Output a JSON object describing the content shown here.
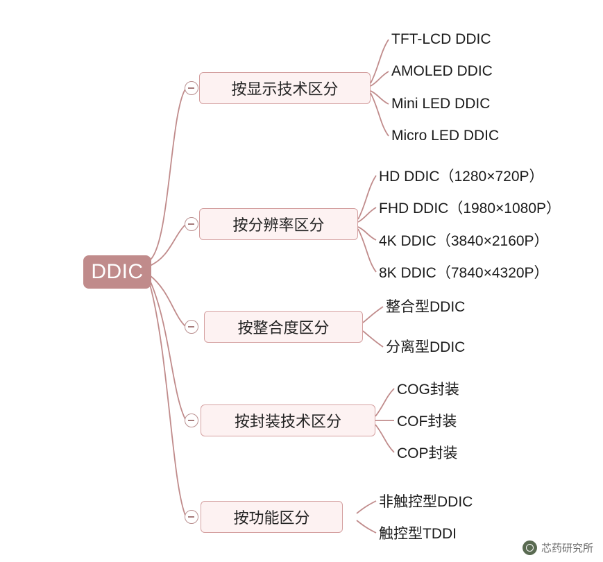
{
  "diagram": {
    "type": "mindmap",
    "root": {
      "label": "DDIC"
    },
    "branches": [
      {
        "label": "按显示技术区分",
        "collapse_icon": "minus-circle-icon",
        "leaves": [
          "TFT-LCD DDIC",
          "AMOLED DDIC",
          "Mini LED DDIC",
          "Micro LED DDIC"
        ]
      },
      {
        "label": "按分辨率区分",
        "collapse_icon": "minus-circle-icon",
        "leaves": [
          "HD DDIC（1280×720P）",
          "FHD DDIC（1980×1080P）",
          "4K DDIC（3840×2160P）",
          "8K DDIC（7840×4320P）"
        ]
      },
      {
        "label": "按整合度区分",
        "collapse_icon": "minus-circle-icon",
        "leaves": [
          "整合型DDIC",
          "分离型DDIC"
        ]
      },
      {
        "label": "按封装技术区分",
        "collapse_icon": "minus-circle-icon",
        "leaves": [
          "COG封装",
          "COF封装",
          "COP封装"
        ]
      },
      {
        "label": "按功能区分",
        "collapse_icon": "minus-circle-icon",
        "leaves": [
          "非触控型DDIC",
          "触控型TDDI"
        ]
      }
    ]
  },
  "watermark": {
    "text": "芯药研究所",
    "logo_icon": "circle-logo-icon"
  },
  "colors": {
    "root_fill": "#c08b8b",
    "branch_fill": "#fdf2f2",
    "branch_border": "#d4a0a0",
    "link_stroke": "#c08b8b",
    "text": "#1a1a1a"
  }
}
